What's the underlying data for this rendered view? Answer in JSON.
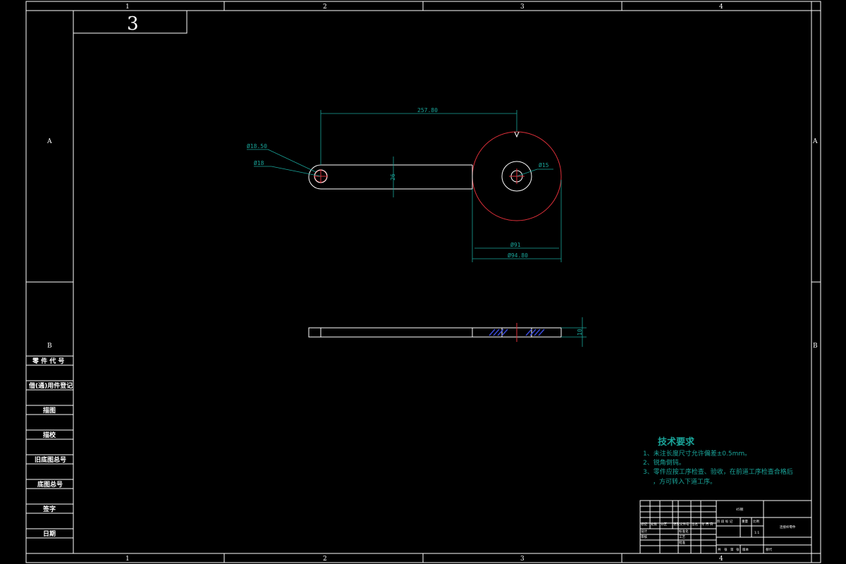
{
  "sheet_number": "3",
  "grid_top": [
    "1",
    "2",
    "3",
    "4"
  ],
  "grid_bottom": [
    "1",
    "2",
    "3",
    "4"
  ],
  "grid_rows": [
    "A",
    "B"
  ],
  "side_labels": [
    "零 件 代 号",
    "借(通)用件登记",
    "描图",
    "描校",
    "旧底图总号",
    "底图总号",
    "签字",
    "日期"
  ],
  "dimensions": {
    "length": "257.80",
    "dia_outer_left": "Ø18.50",
    "dia_inner_left": "Ø18",
    "width": "26",
    "dia_hub_hole": "Ø15",
    "dia_91": "Ø91",
    "dia_94": "Ø94.80",
    "thickness": "10"
  },
  "tech_requirements": {
    "title": "技术要求",
    "items": [
      "1、未注长度尺寸允许偏差±0.5mm。",
      "2、锐角倒钝。",
      "3、零件应按工序检查、验收，在前道工序检查合格后",
      "，方可转入下道工序。"
    ]
  },
  "title_block": {
    "material": "45钢",
    "part_name": "连接杆零件",
    "scale": "1:1",
    "row_labels": [
      "标记",
      "处数",
      "分区",
      "更改文件号",
      "签名",
      "年 月 日"
    ],
    "roles": [
      "设计",
      "审核",
      "工艺",
      "标准化",
      "批准"
    ],
    "stage_labels": [
      "阶 段 标 记",
      "重量",
      "比例"
    ],
    "sheet_info": [
      "共",
      "张",
      "第",
      "张",
      "版本",
      "替代"
    ]
  }
}
